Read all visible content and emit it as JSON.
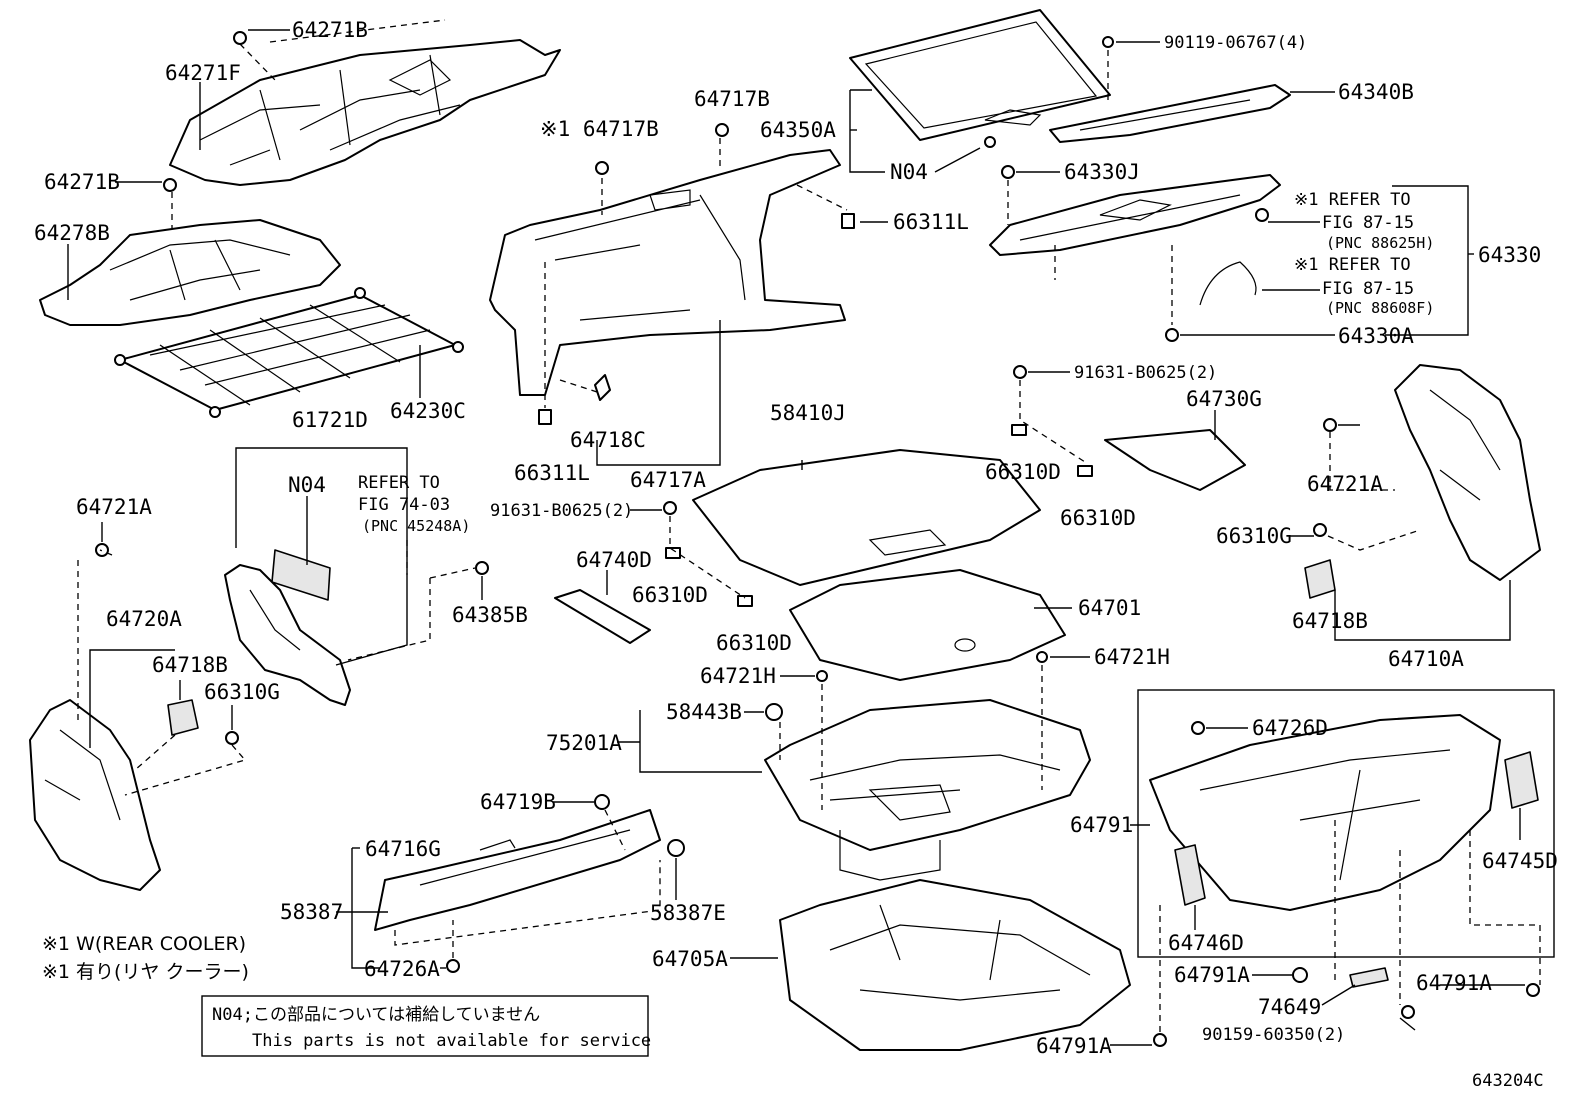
{
  "labels": {
    "p64271B_top": "64271B",
    "p64271F": "64271F",
    "p64271B_mid": "64271B",
    "p64278B": "64278B",
    "p64230C": "64230C",
    "p64717B_l": "※1 64717B",
    "p64717B_r": "64717B",
    "p64350A": "64350A",
    "pN04_top": "N04",
    "p90119": "90119-06767(4)",
    "p64340B": "64340B",
    "p64330J": "64330J",
    "p66311L_r": "66311L",
    "p66311L_b": "66311L",
    "p64718C": "64718C",
    "p64717A": "64717A",
    "ref1_line1": "※1 REFER TO",
    "ref1_line2": "FIG 87-15",
    "ref1_line3": "(PNC 88625H)",
    "ref2_line1": "※1 REFER TO",
    "ref2_line2": "FIG 87-15",
    "ref2_line3": "(PNC 88608F)",
    "p64330": "64330",
    "p64330A": "64330A",
    "p91631_top": "91631-B0625(2)",
    "p64730G": "64730G",
    "p66310D_a": "66310D",
    "p66310D_b": "66310D",
    "p58410J": "58410J",
    "p91631_mid": "91631-B0625(2)",
    "p64721A_r": "64721A",
    "p66310G_r": "66310G",
    "p64718B_r": "64718B",
    "p64710A": "64710A",
    "p61721D": "61721D",
    "pN04_mid": "N04",
    "ref3_line1": "REFER TO",
    "ref3_line2": "FIG 74-03",
    "ref3_line3": "(PNC 45248A)",
    "p64385B": "64385B",
    "p64721A_l": "64721A",
    "p64720A": "64720A",
    "p64718B_l": "64718B",
    "p66310G_l": "66310G",
    "p64740D": "64740D",
    "p66310D_c": "66310D",
    "p66310D_d": "66310D",
    "p64701": "64701",
    "p64721H_l": "64721H",
    "p64721H_r": "64721H",
    "p58443B": "58443B",
    "p75201A": "75201A",
    "p64726D": "64726D",
    "p64791": "64791",
    "p64745D": "64745D",
    "p64746D": "64746D",
    "p64719B": "64719B",
    "p64716G": "64716G",
    "p58387": "58387",
    "p58387E": "58387E",
    "p64726A": "64726A",
    "p64705A": "64705A",
    "p64791A_a": "64791A",
    "p64791A_b": "64791A",
    "p64791A_c": "64791A",
    "p74649": "74649",
    "p90159": "90159-60350(2)"
  },
  "notes": {
    "rear_cooler_en": "※1 W(REAR COOLER)",
    "rear_cooler_jp": "※1 有り(リヤ クーラー)",
    "n04_jp": "N04;この部品については補給していません",
    "n04_en": "This parts is not available for service"
  },
  "figure_code": "643204C"
}
